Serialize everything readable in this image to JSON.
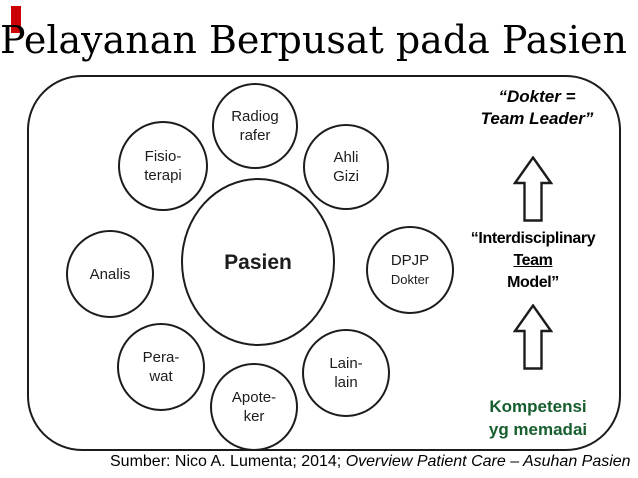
{
  "title": "Pelayanan Berpusat pada Pasien",
  "diagram": {
    "center_label": "Pasien",
    "circles": [
      {
        "name": "radiografer",
        "lines": [
          "Radiog",
          "rafer"
        ]
      },
      {
        "name": "fisioterapi",
        "lines": [
          "Fisio-",
          "terapi"
        ]
      },
      {
        "name": "ahli-gizi",
        "lines": [
          "Ahli",
          "Gizi"
        ]
      },
      {
        "name": "analis",
        "lines": [
          "Analis",
          ""
        ]
      },
      {
        "name": "dpjp-dokter",
        "lines": [
          "DPJP",
          "Dokter"
        ]
      },
      {
        "name": "perawat",
        "lines": [
          "Pera-",
          "wat"
        ]
      },
      {
        "name": "apoteker",
        "lines": [
          "Apote-",
          "ker"
        ]
      },
      {
        "name": "lain-lain",
        "lines": [
          "Lain-",
          "lain"
        ]
      }
    ]
  },
  "annotations": {
    "team_leader": {
      "line1": "“Dokter =",
      "line2": "Team Leader”"
    },
    "interdisciplinary": {
      "line1": "“Interdisciplinary",
      "line2": "Team",
      "line3": "Model”"
    },
    "kompetensi": {
      "line1": "Kompetensi",
      "line2": "yg memadai"
    }
  },
  "caption": {
    "normal": "Sumber: Nico A. Lumenta; 2014; ",
    "italic": "Overview Patient Care – Asuhan Pasien"
  },
  "colors": {
    "marker_red": "#cc0000",
    "annotation_green": "#175e2e",
    "line_black": "#1c1c1c"
  }
}
